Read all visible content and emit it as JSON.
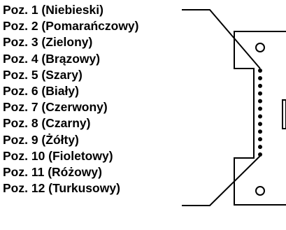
{
  "legend": {
    "items": [
      {
        "label": "Poz. 1 (Niebieski)"
      },
      {
        "label": "Poz. 2 (Pomarańczowy)"
      },
      {
        "label": "Poz. 3 (Zielony)"
      },
      {
        "label": "Poz. 4 (Brązowy)"
      },
      {
        "label": "Poz. 5 (Szary)"
      },
      {
        "label": "Poz. 6 (Biały)"
      },
      {
        "label": "Poz. 7 (Czerwony)"
      },
      {
        "label": "Poz. 8 (Czarny)"
      },
      {
        "label": "Poz. 9 (Żółty)"
      },
      {
        "label": "Poz. 10 (Fioletowy)"
      },
      {
        "label": "Poz. 11 (Różowy)"
      },
      {
        "label": "Poz. 12 (Turkusowy)"
      }
    ]
  },
  "connector": {
    "pin_count": 12,
    "first_pin": "Poz. 1 (Niebieski)",
    "last_pin": "Poz. 12 (Turkusowy)"
  }
}
